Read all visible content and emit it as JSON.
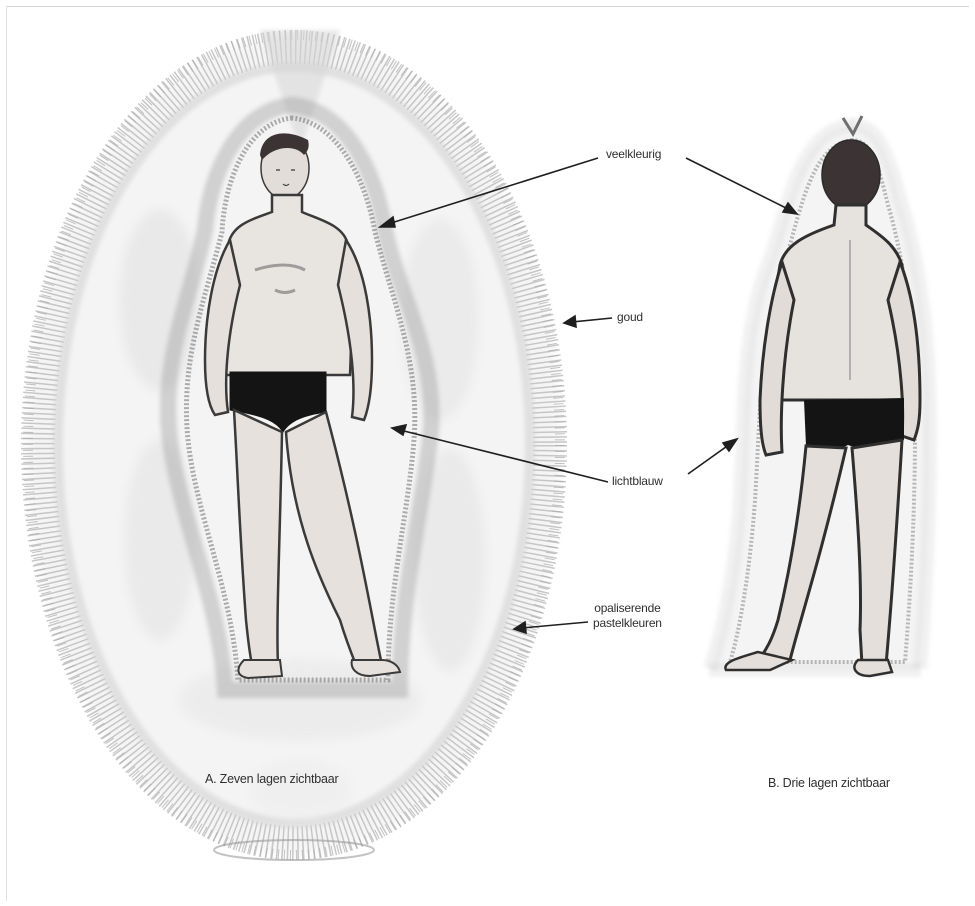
{
  "labels": {
    "veelkleurig": "veelkleurig",
    "goud": "goud",
    "lichtblauw": "lichtblauw",
    "opaliserende": "opaliserende\npastelkleuren"
  },
  "captions": {
    "a": "A. Zeven lagen zichtbaar",
    "b": "B. Drie lagen zichtbaar"
  },
  "colors": {
    "aura_stroke": "#9a9a9a",
    "body_outline": "#3a3a3a",
    "trunks": "#141414",
    "skin": "#d9d4cf",
    "hair": "#3c3434"
  }
}
